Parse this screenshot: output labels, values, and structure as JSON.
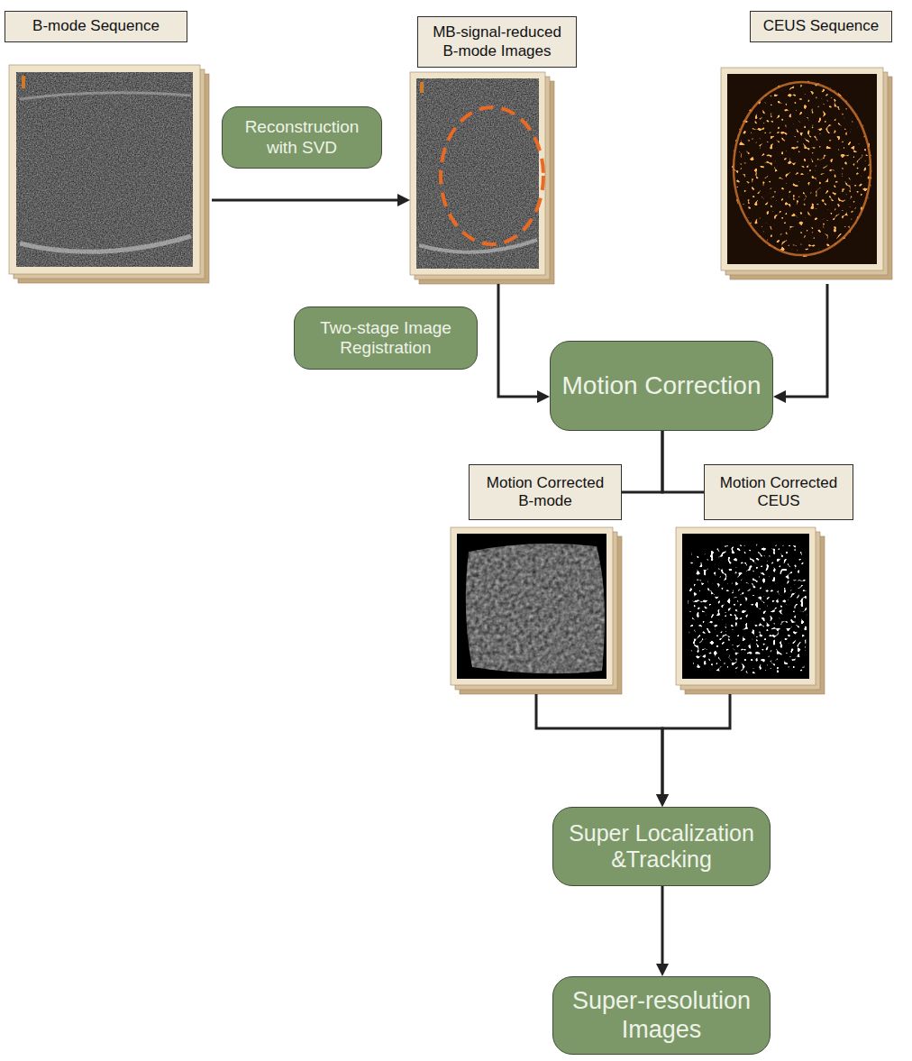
{
  "diagram": {
    "nodes": [
      {
        "text": [
          "B-mode Sequence"
        ]
      },
      {
        "text": [
          "Reconstruction with SVD"
        ]
      },
      {
        "text": [
          "MB-signal-reduced B-mode Images"
        ]
      },
      {
        "text": [
          "CEUS Sequence"
        ]
      },
      {
        "text": [
          "Two-stage Image Registration"
        ]
      },
      {
        "text": [
          "Motion Correction"
        ]
      },
      {
        "text": [
          "Motion Corrected B-mode"
        ]
      },
      {
        "text": [
          "Motion Corrected CEUS"
        ]
      },
      {
        "text": [
          "Super Localization &Tracking"
        ]
      },
      {
        "text": [
          "Super-resolution Images"
        ]
      }
    ],
    "edges": [
      {
        "from": 0,
        "to": 2,
        "arrow": "to"
      },
      {
        "from": 2,
        "to": 5,
        "arrow": "to"
      },
      {
        "from": 3,
        "to": 5,
        "arrow": "to"
      },
      {
        "from": 5,
        "to": 6,
        "arrow": "none"
      },
      {
        "from": 5,
        "to": 7,
        "arrow": "none"
      },
      {
        "from": 6,
        "to": 8,
        "arrow": "to"
      },
      {
        "from": 7,
        "to": 8,
        "arrow": "to"
      },
      {
        "from": 8,
        "to": 9,
        "arrow": "to"
      }
    ]
  }
}
